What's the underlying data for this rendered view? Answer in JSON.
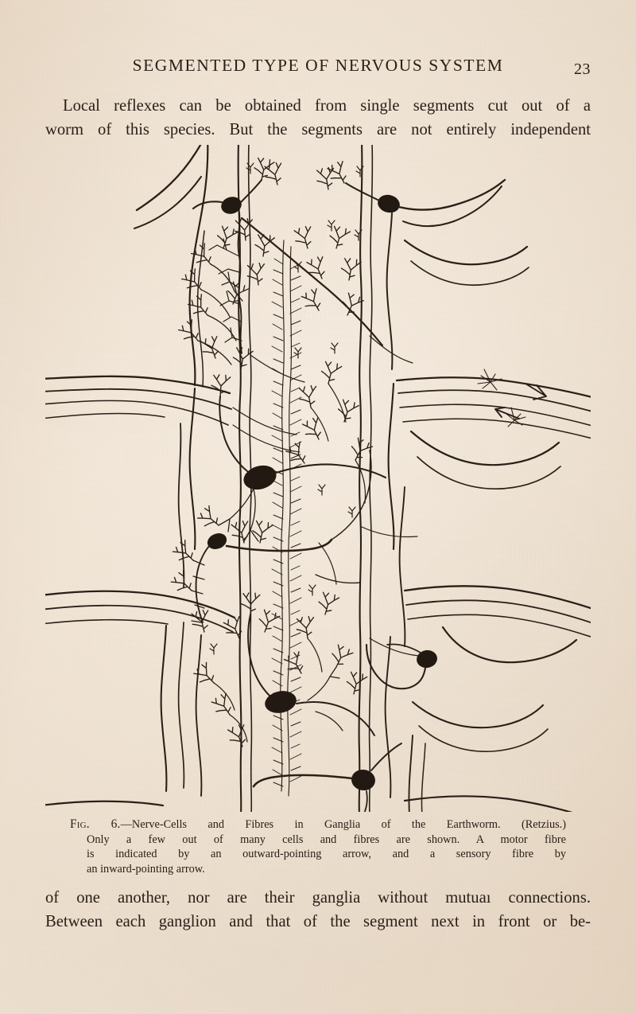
{
  "page": {
    "background_color": "#e9dac9",
    "ink_color": "#2a2018",
    "running_head": "SEGMENTED TYPE OF NERVOUS SYSTEM",
    "page_number": "23"
  },
  "body_top": {
    "line1": "Local reflexes can be obtained from single segments cut out of a",
    "line2": "worm of this species.  But the segments are not entirely independent"
  },
  "body_bottom": {
    "line1": "of one another, nor are their ganglia without mutuaı connections.",
    "line2": "Between each ganglion and that of the segment next in front or be-"
  },
  "caption": {
    "fig_label": "Fig. 6.",
    "line1_rest": "—Nerve-Cells and Fibres in Ganglia of the Earthworm. (Retzius.)",
    "line2": "Only a few out of many cells and fibres are shown.   A motor fibre",
    "line3": "is indicated by an outward-pointing arrow, and a sensory fibre by",
    "line4": "an inward-pointing arrow."
  },
  "figure": {
    "title": "Nerve-Cells and Fibres in Ganglia of the Earthworm",
    "subject": "earthworm ventral nerve cord, three segmental ganglia",
    "stroke_color": "#2a2018",
    "soma_fill": "#221a12",
    "elements": {
      "longitudinal_connectives": 2,
      "ganglia": 3,
      "cell_bodies_drawn": 6,
      "lateral_nerve_pairs": 3,
      "motor_arrow": "outward-pointing arrow on right lateral nerve",
      "sensory_arrow": "inward-pointing arrow on right lateral nerve"
    }
  }
}
